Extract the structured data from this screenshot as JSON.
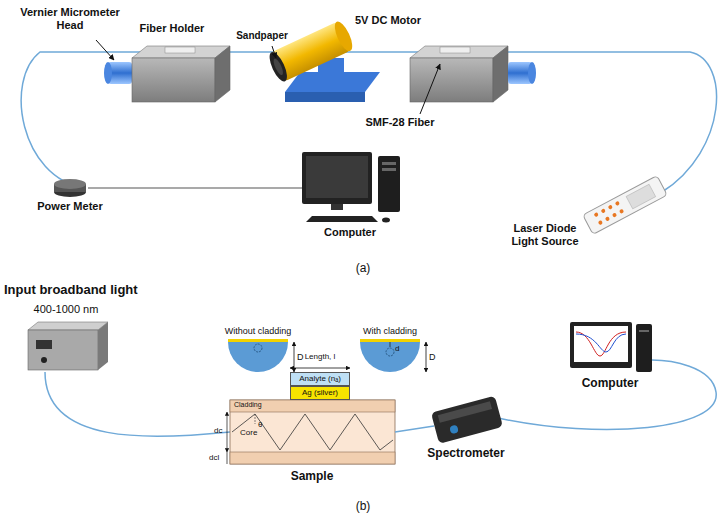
{
  "diagram": {
    "nodes": [
      {
        "text": [
          "Analyte (nₐ)"
        ]
      },
      {
        "text": [
          "Ag (silver)"
        ]
      }
    ],
    "labels": [
      "Vernier Micrometer Head",
      "Fiber Holder",
      "Sandpaper",
      "5V DC Motor",
      "SMF-28 Fiber",
      "Power Meter",
      "Computer",
      "Laser Diode Light Source",
      "(a)",
      "Input broadband light",
      "400-1000 nm",
      "Without cladding",
      "With cladding",
      "D",
      "d",
      "D",
      "Length, l",
      "Cladding",
      "dc",
      "Core",
      "θ",
      "dcl",
      "Sample",
      "Spectrometer",
      "Computer",
      "(b)"
    ]
  }
}
